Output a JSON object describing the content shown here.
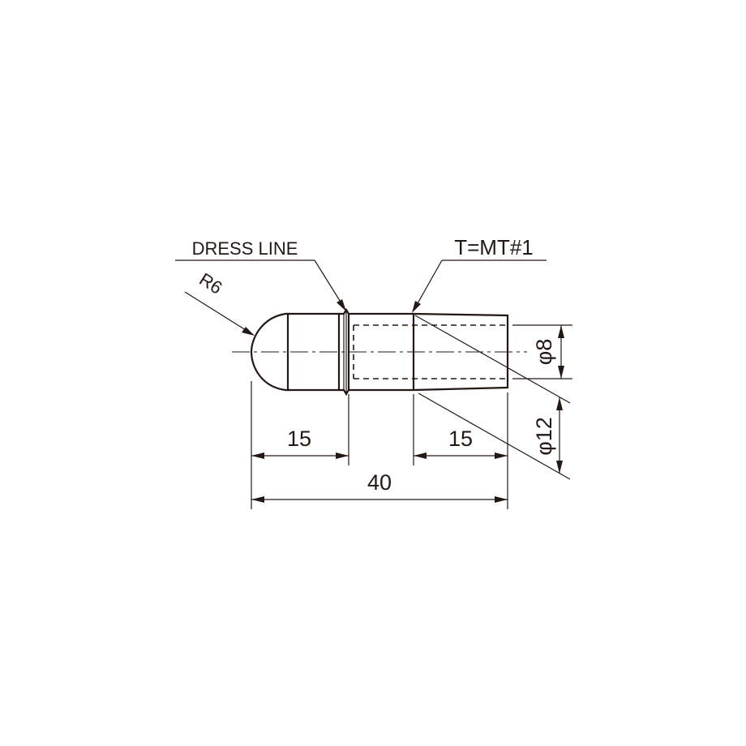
{
  "callouts": {
    "dress_line": "DRESS LINE",
    "taper": "T=MT#1",
    "radius": "R6"
  },
  "dimensions": {
    "tip_length": "15",
    "taper_length": "15",
    "overall_length": "40",
    "bore_diameter": "φ8",
    "shank_diameter": "φ12"
  }
}
